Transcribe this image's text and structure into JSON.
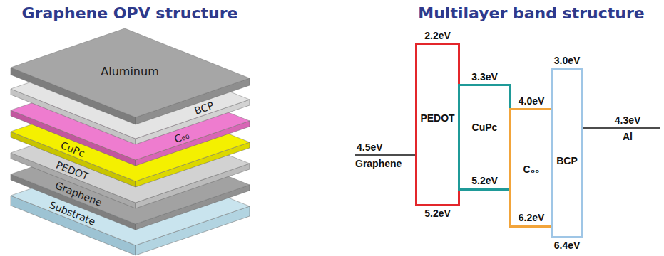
{
  "diagram": {
    "nodes": [
      {
        "text": [
          "Aluminum"
        ]
      },
      {
        "text": [
          "BCP"
        ]
      },
      {
        "text": [
          "C₆₀"
        ]
      },
      {
        "text": [
          "CuPc"
        ]
      },
      {
        "text": [
          "PEDOT"
        ]
      },
      {
        "text": [
          "Graphene"
        ]
      },
      {
        "text": [
          "Substrate"
        ]
      },
      {
        "text": [
          "PEDOT"
        ]
      },
      {
        "text": [
          "CuPc"
        ]
      },
      {
        "text": [
          "C₆₀"
        ]
      },
      {
        "text": [
          "BCP"
        ]
      }
    ],
    "labels": [
      "Graphene OPV structure",
      "Multilayer band structure",
      "2.2eV",
      "3.3eV",
      "4.0eV",
      "3.0eV",
      "4.3eV",
      "Al",
      "4.5eV",
      "Graphene",
      "5.2eV",
      "5.2eV",
      "6.2eV",
      "6.4eV"
    ]
  }
}
